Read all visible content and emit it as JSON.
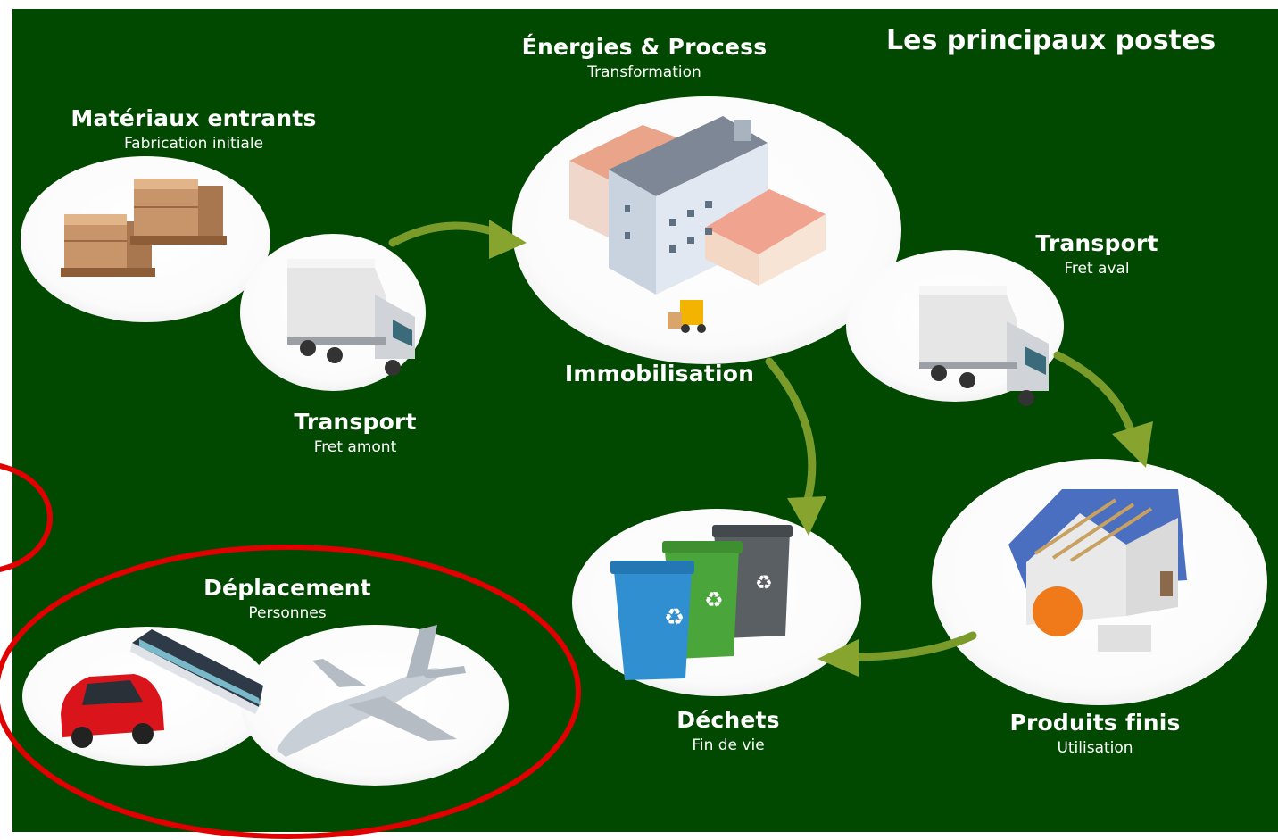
{
  "title": "Les principaux postes",
  "nodes": {
    "materiaux": {
      "title": "Matériaux entrants",
      "subtitle": "Fabrication initiale"
    },
    "transport_amont": {
      "title": "Transport",
      "subtitle": "Fret amont"
    },
    "energies": {
      "title": "Énergies & Process",
      "subtitle": "Transformation"
    },
    "immobilisation": {
      "title": "Immobilisation"
    },
    "transport_aval": {
      "title": "Transport",
      "subtitle": "Fret aval"
    },
    "produits_finis": {
      "title": "Produits finis",
      "subtitle": "Utilisation"
    },
    "dechets": {
      "title": "Déchets",
      "subtitle": "Fin de vie"
    },
    "deplacement": {
      "title": "Déplacement",
      "subtitle": "Personnes"
    }
  },
  "icons": [
    "pallet-boxes-icon",
    "truck-icon",
    "factory-icon",
    "forklift-icon",
    "recycling-bins-icon",
    "house-construction-icon",
    "car-icon",
    "train-icon",
    "airplane-icon"
  ],
  "colors": {
    "background": "#014801",
    "arrow": "#7a9a2a",
    "highlight": "#e00000",
    "text": "#ffffff"
  }
}
